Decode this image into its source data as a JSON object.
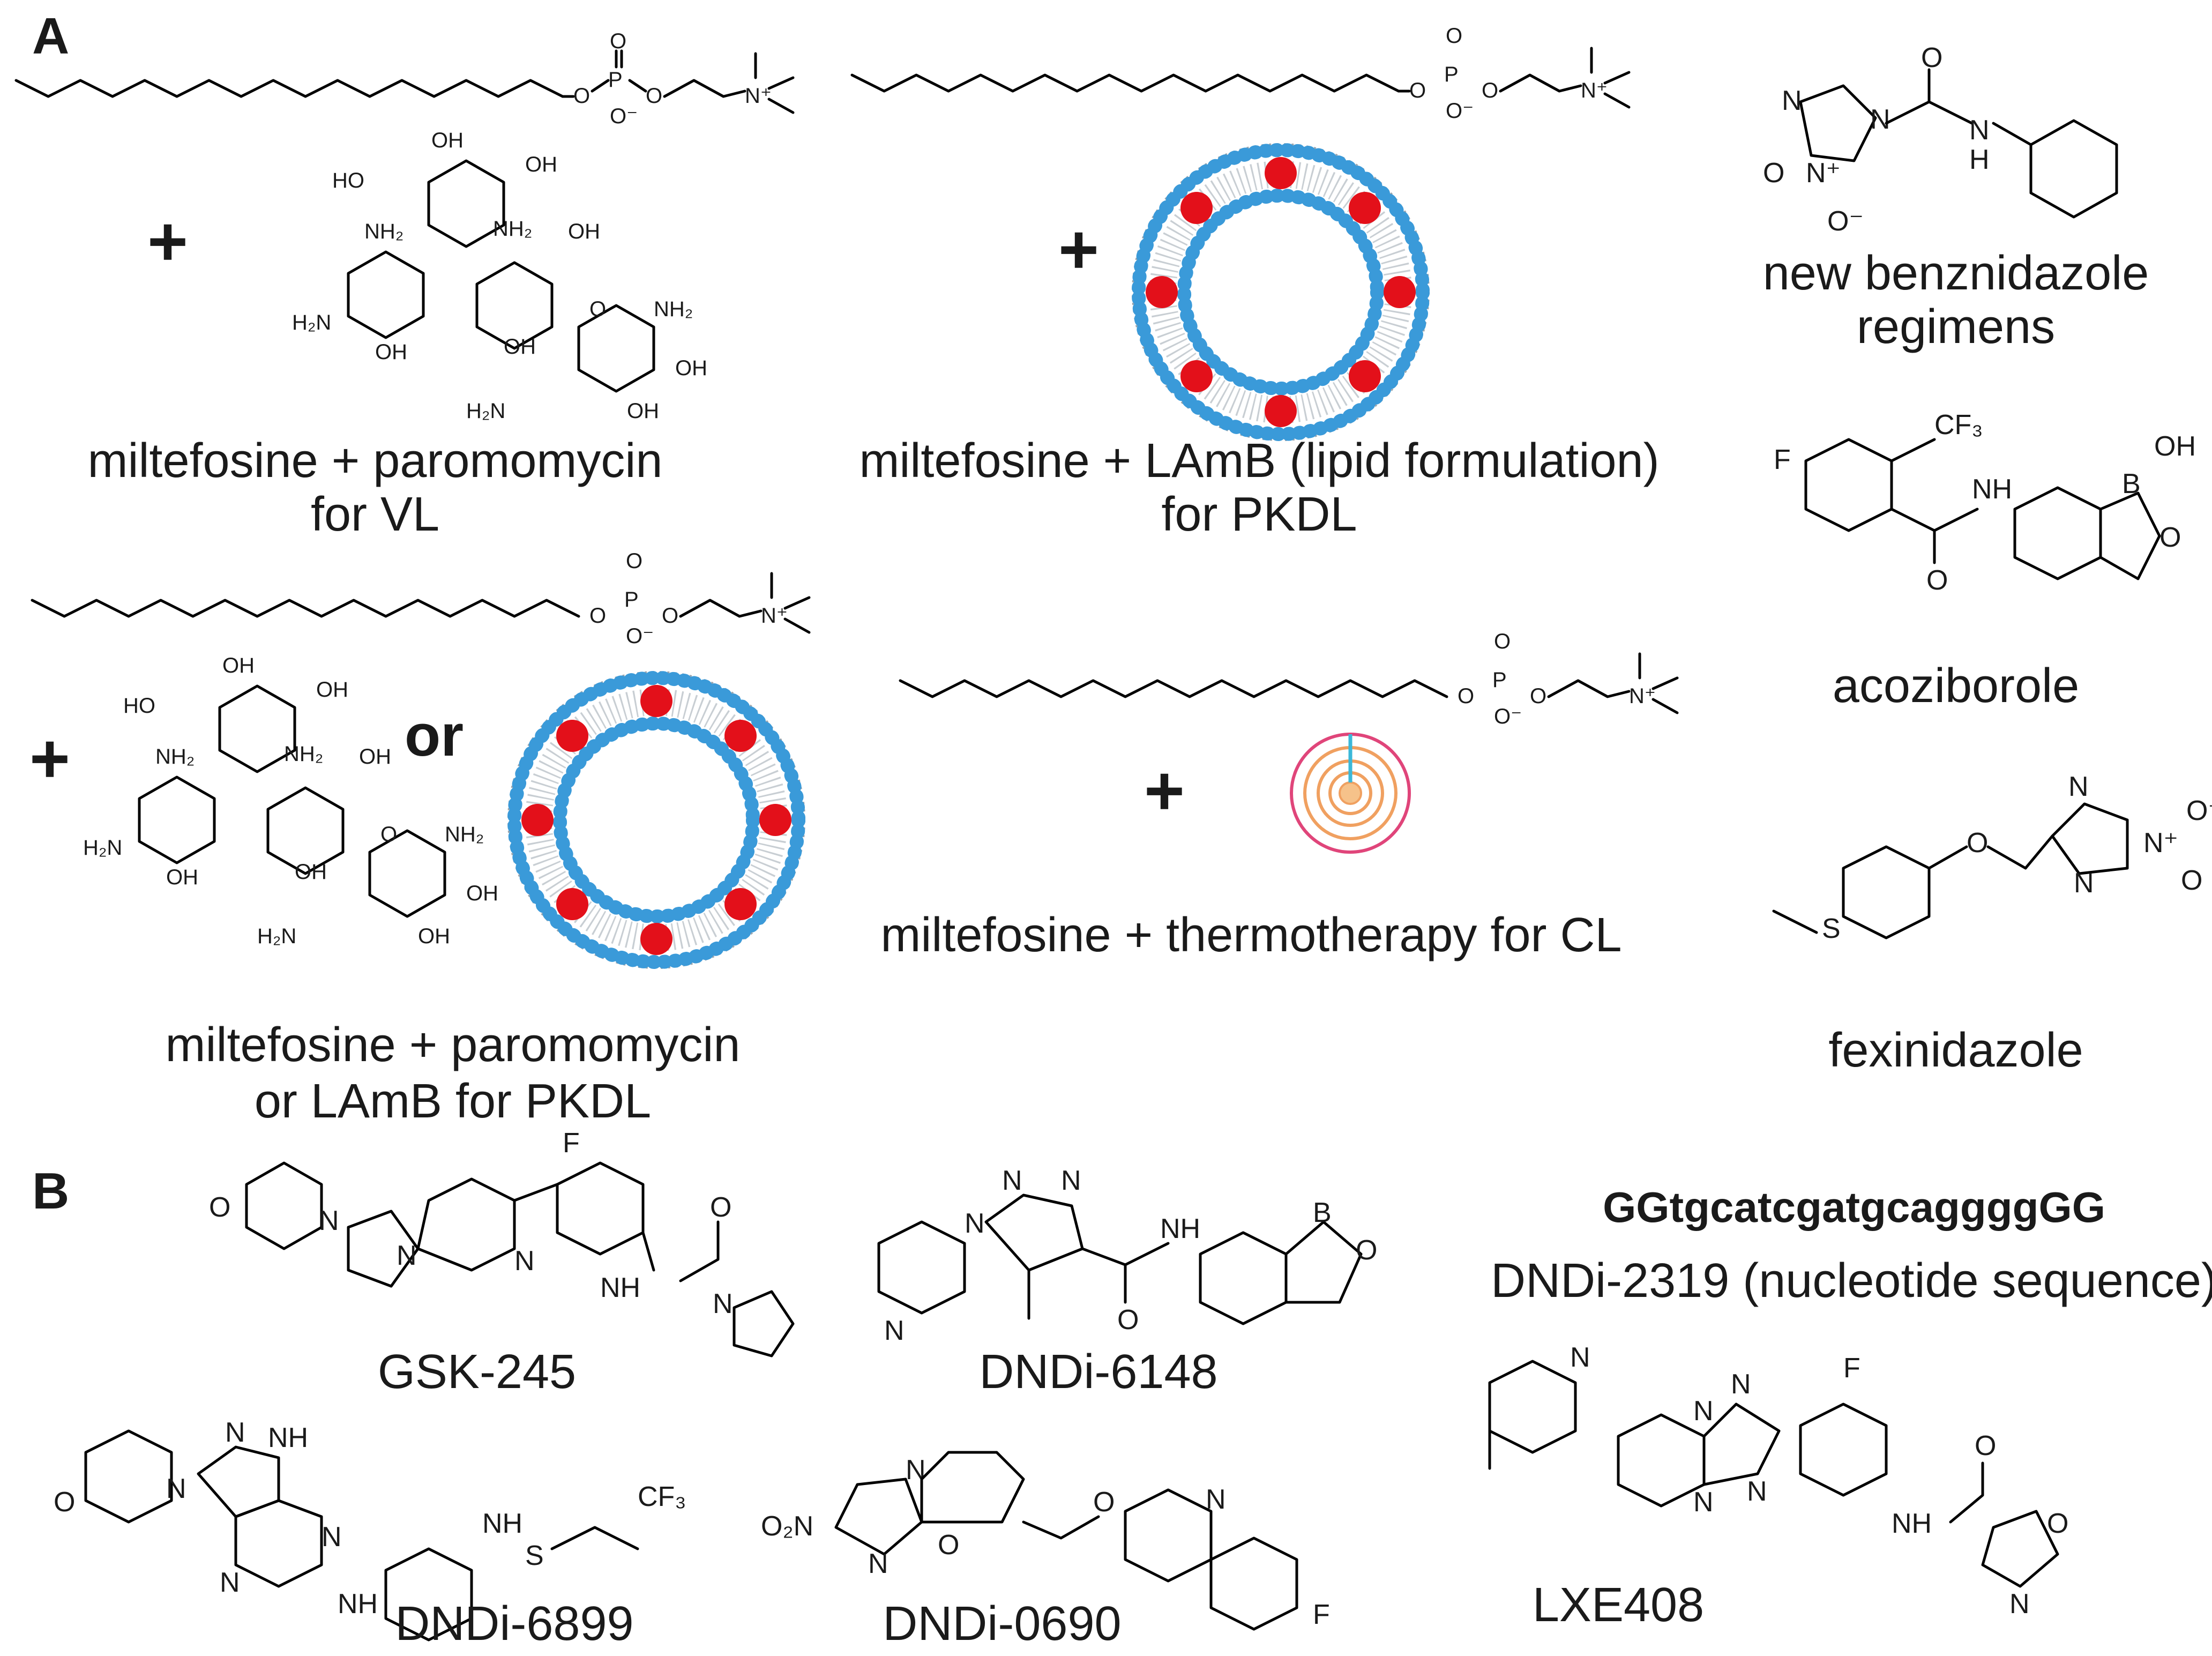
{
  "panels": {
    "a": "A",
    "b": "B"
  },
  "operators": {
    "plus": "+",
    "or": "or"
  },
  "captions": {
    "combo1_line1": "miltefosine + paromomycin",
    "combo1_line2": "for VL",
    "combo2_line1": "miltefosine + LAmB (lipid formulation)",
    "combo2_line2": "for PKDL",
    "combo3_line1": "miltefosine + paromomycin",
    "combo3_line2": "or LAmB for PKDL",
    "combo4": "miltefosine + thermotherapy for CL",
    "benz_line1": "new benznidazole",
    "benz_line2": "regimens",
    "acoziborole": "acoziborole",
    "fexinidazole": "fexinidazole"
  },
  "compounds_b": {
    "gsk245": "GSK-245",
    "dndi6148": "DNDi-6148",
    "dndi6899": "DNDi-6899",
    "dndi0690": "DNDi-0690",
    "sequence": "GGtgcatcgatgcaggggGG",
    "dndi2319": "DNDi-2319 (nucleotide sequence)",
    "lxe408": "LXE408"
  },
  "atoms": {
    "O": "O",
    "P": "P",
    "N": "N",
    "N_plus": "N⁺",
    "O_minus": "O⁻",
    "OH": "OH",
    "HO": "HO",
    "NH2": "NH₂",
    "H2N": "H₂N",
    "NH": "NH",
    "H": "H",
    "F": "F",
    "B": "B",
    "S": "S",
    "CF3": "CF₃",
    "O2N": "O₂N",
    "N_nitro": "N⁺",
    "O_nitro": "O"
  },
  "colors": {
    "liposome_head": "#3a9ad9",
    "liposome_drug": "#e3101a",
    "liposome_tail": "#9aa5ae",
    "thermo_outer": "#e0457a",
    "thermo_inner": "#f0a060",
    "thermo_stem": "#3bb8d8"
  }
}
